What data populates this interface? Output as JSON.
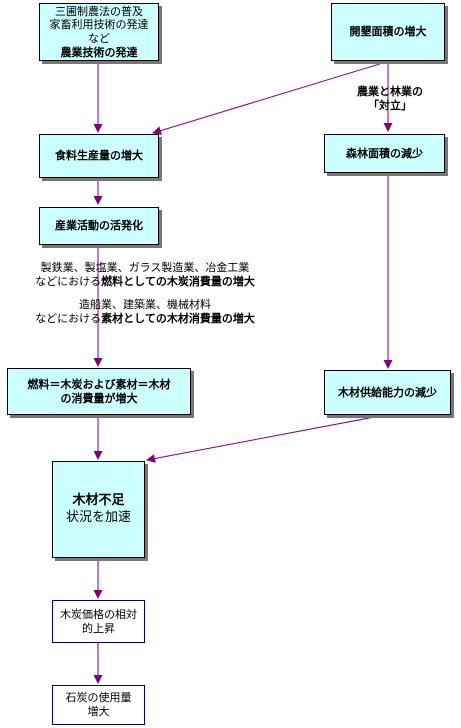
{
  "nodes": {
    "three_field": {
      "line1": "三圃制農法の普及",
      "line2": "家畜利用技術の発達",
      "line3": "など",
      "line4": "農業技術の発達"
    },
    "reclaim": {
      "label": "開墾面積の増大"
    },
    "food": {
      "label": "食料生産量の増大"
    },
    "forest": {
      "label": "森林面積の減少"
    },
    "industry": {
      "label": "産業活動の活発化"
    },
    "consumption": {
      "line1": "燃料＝木炭および素材＝木材",
      "line2": "の消費量が増大"
    },
    "supply": {
      "label": "木材供給能力の減少"
    },
    "shortage": {
      "line1": "木材不足",
      "line2": "状況を加速"
    },
    "charcoal_price": {
      "line1": "木炭価格の相対",
      "line2": "的上昇"
    },
    "coal": {
      "line1": "石炭の使用量",
      "line2": "増大"
    }
  },
  "edge_labels": {
    "conflict": {
      "line1": "農業と林業の",
      "line2": "「対立」"
    },
    "fuel": {
      "line1": "製鉄業、製塩業、ガラス製造業、冶金工業",
      "line2_prefix": "などにおける",
      "line2_bold": "燃料としての木炭消費量の増大"
    },
    "material": {
      "line1": "造船業、建築業、機械材料",
      "line2_prefix": "などにおける",
      "line2_bold": "素材としての木材消費量の増大"
    }
  },
  "colors": {
    "box_fill": "#ccffff",
    "arrow": "#800080",
    "plain_border": "#000080"
  }
}
